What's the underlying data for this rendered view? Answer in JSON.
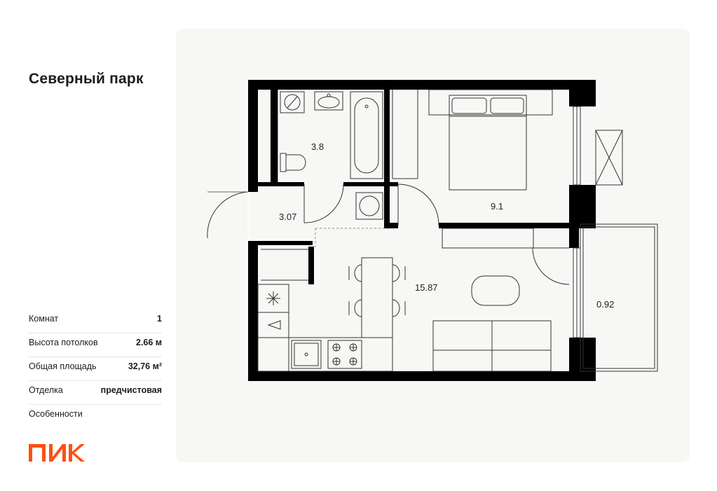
{
  "project": {
    "title": "Северный парк"
  },
  "specs": [
    {
      "label": "Комнат",
      "value": "1"
    },
    {
      "label": "Высота потолков",
      "value": "2.66 м"
    },
    {
      "label": "Общая площадь",
      "value": "32,76 м²"
    },
    {
      "label": "Отделка",
      "value": "предчистовая"
    },
    {
      "label": "Особенности",
      "value": ""
    }
  ],
  "logo": {
    "text": "ПИК",
    "color": "#ff4f12"
  },
  "plan": {
    "rooms": [
      {
        "name": "bathroom",
        "area": "3.8"
      },
      {
        "name": "hallway",
        "area": "3.07"
      },
      {
        "name": "bedroom",
        "area": "9.1"
      },
      {
        "name": "kitchen-living",
        "area": "15.87"
      },
      {
        "name": "balcony",
        "area": "0.92"
      }
    ]
  },
  "colors": {
    "wall": "#000000",
    "panel": "#f7f7f5",
    "accent": "#ff4f12"
  }
}
